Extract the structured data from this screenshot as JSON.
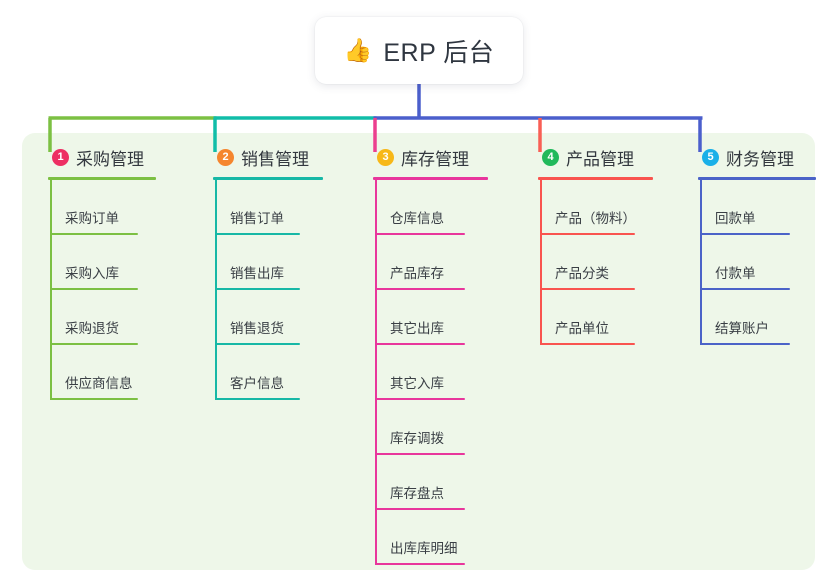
{
  "root": {
    "icon": "thumbs-up-icon",
    "emoji": "👍",
    "title": "ERP 后台"
  },
  "panel": {
    "background_color": "#eef7e9"
  },
  "diagram": {
    "type": "org-tree",
    "columns": [
      {
        "index": "1",
        "title": "采购管理",
        "badge_color": "#ed2f63",
        "line_color": "#7cc043",
        "connector_color": "#7cc043",
        "items": [
          {
            "label": "采购订单"
          },
          {
            "label": "采购入库"
          },
          {
            "label": "采购退货"
          },
          {
            "label": "供应商信息"
          }
        ]
      },
      {
        "index": "2",
        "title": "销售管理",
        "badge_color": "#f5862e",
        "line_color": "#17b8a6",
        "connector_color": "#11bda8",
        "items": [
          {
            "label": "销售订单"
          },
          {
            "label": "销售出库"
          },
          {
            "label": "销售退货"
          },
          {
            "label": "客户信息"
          }
        ]
      },
      {
        "index": "3",
        "title": "库存管理",
        "badge_color": "#f7b818",
        "line_color": "#e8369c",
        "connector_color": "#ec3f8f",
        "items": [
          {
            "label": "仓库信息"
          },
          {
            "label": "产品库存"
          },
          {
            "label": "其它出库"
          },
          {
            "label": "其它入库"
          },
          {
            "label": "库存调拨"
          },
          {
            "label": "库存盘点"
          },
          {
            "label": "出库库明细"
          }
        ]
      },
      {
        "index": "4",
        "title": "产品管理",
        "badge_color": "#21b95b",
        "line_color": "#f9544f",
        "connector_color": "#f95f55",
        "items": [
          {
            "label": "产品（物料）"
          },
          {
            "label": "产品分类"
          },
          {
            "label": "产品单位"
          }
        ]
      },
      {
        "index": "5",
        "title": "财务管理",
        "badge_color": "#1ab0e8",
        "line_color": "#4b63c8",
        "connector_color": "#4b5fcc",
        "items": [
          {
            "label": "回款单"
          },
          {
            "label": "付款单"
          },
          {
            "label": "结算账户"
          }
        ]
      }
    ]
  }
}
